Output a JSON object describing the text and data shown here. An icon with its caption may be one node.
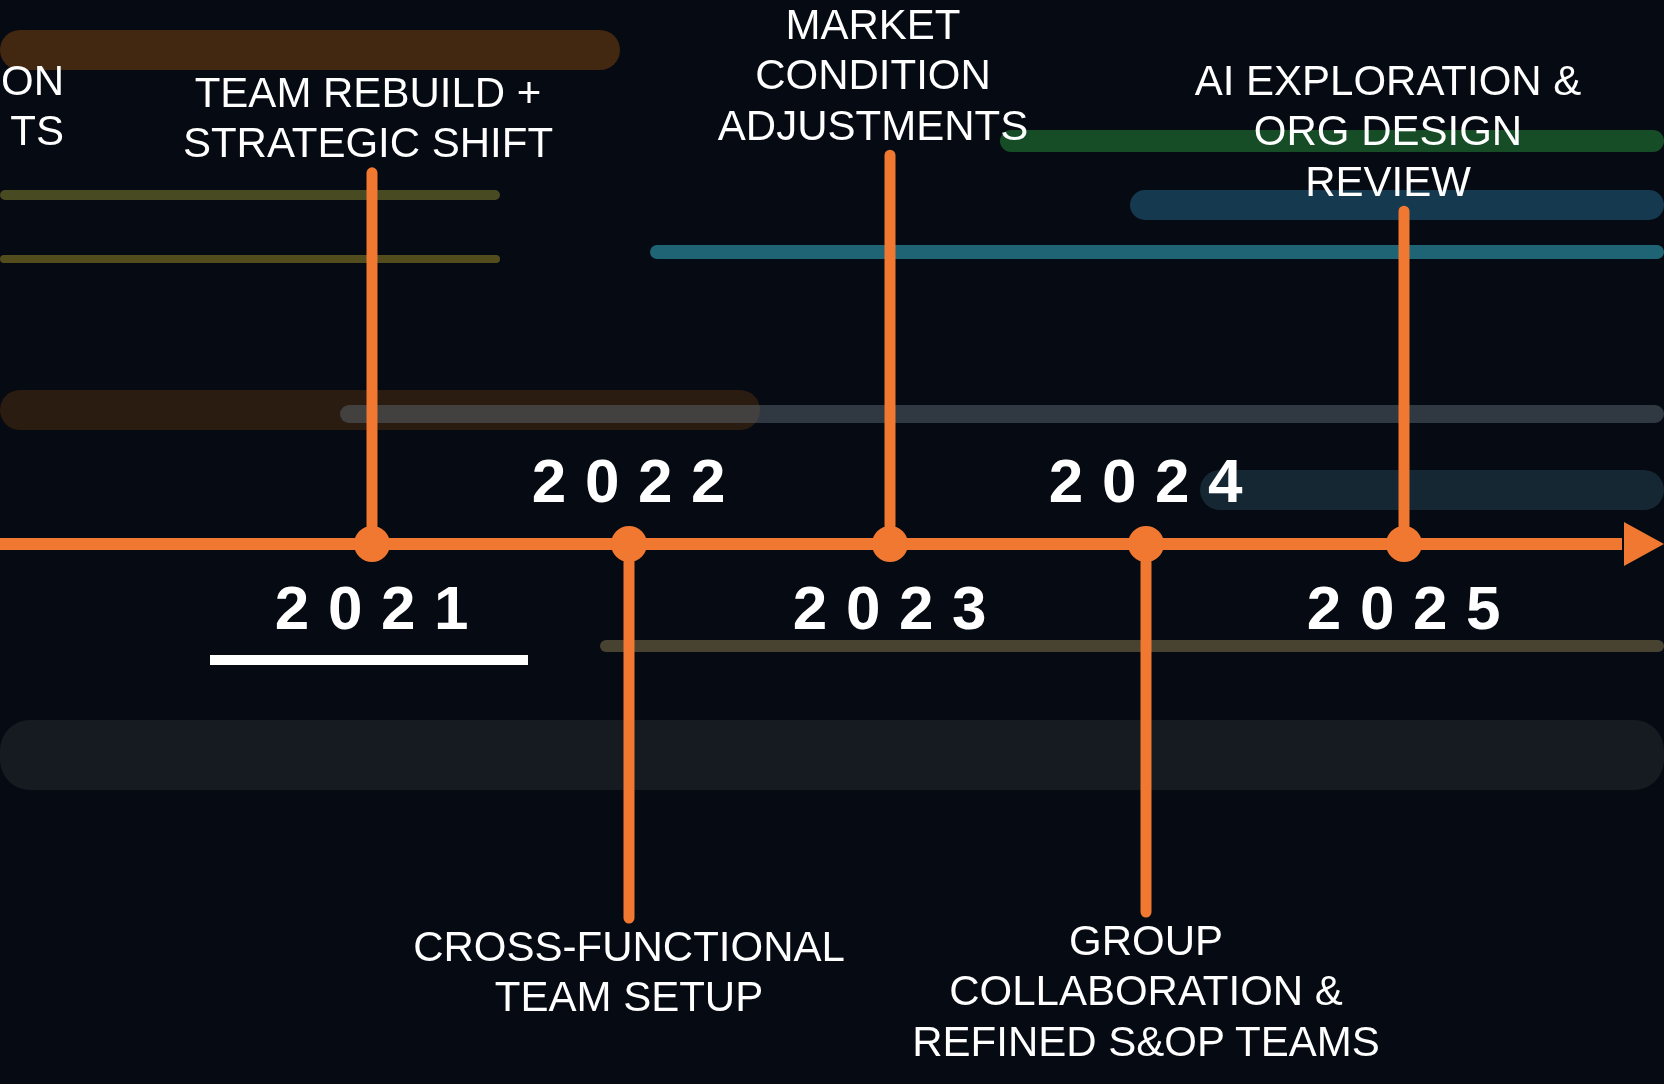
{
  "diagram": {
    "nodes": [
      {
        "text": [
          "TEAM REBUILD + STRATEGIC SHIFT"
        ]
      },
      {
        "text": [],
        "shape": "circle",
        "beside": [
          "2021"
        ]
      },
      {
        "text": [
          "CROSS-FUNCTIONAL TEAM SETUP"
        ]
      },
      {
        "text": [],
        "shape": "circle",
        "beside": [
          "2022"
        ]
      },
      {
        "text": [
          "MARKET CONDITION ADJUSTMENTS"
        ]
      },
      {
        "text": [],
        "shape": "circle",
        "beside": [
          "2023"
        ]
      },
      {
        "text": [
          "GROUP COLLABORATION & REFINED S&OP TEAMS"
        ]
      },
      {
        "text": [],
        "shape": "circle",
        "beside": [
          "2024"
        ]
      },
      {
        "text": [
          "AI EXPLORATION & ORG DESIGN REVIEW"
        ]
      },
      {
        "text": [],
        "shape": "circle",
        "beside": [
          "2025"
        ]
      }
    ],
    "edges": [
      {
        "from": 0,
        "to": 1,
        "arrow": "none"
      },
      {
        "from": 2,
        "to": 3,
        "arrow": "none"
      },
      {
        "from": 4,
        "to": 5,
        "arrow": "none"
      },
      {
        "from": 6,
        "to": 7,
        "arrow": "none"
      },
      {
        "from": 8,
        "to": 9,
        "arrow": "none"
      }
    ],
    "labels": [
      "ON TS"
    ]
  }
}
